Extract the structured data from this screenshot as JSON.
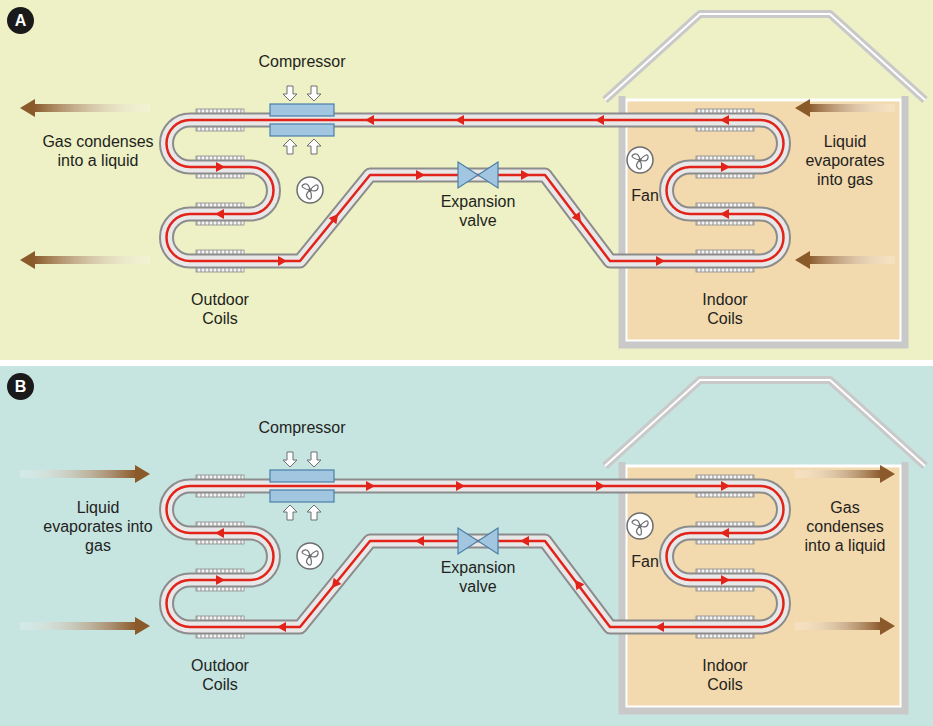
{
  "diagram": {
    "nodes": [
      {
        "text": [
          "A"
        ]
      },
      {
        "text": [
          "B"
        ]
      }
    ],
    "labels": [
      "Compressor",
      "Gas condenses into a liquid",
      "Liquid evaporates into gas",
      "Expansion valve",
      "Fan",
      "Outdoor Coils",
      "Indoor Coils",
      "Compressor",
      "Liquid evaporates into gas",
      "Gas condenses into a liquid",
      "Expansion valve",
      "Fan",
      "Outdoor Coils",
      "Indoor Coils"
    ]
  }
}
